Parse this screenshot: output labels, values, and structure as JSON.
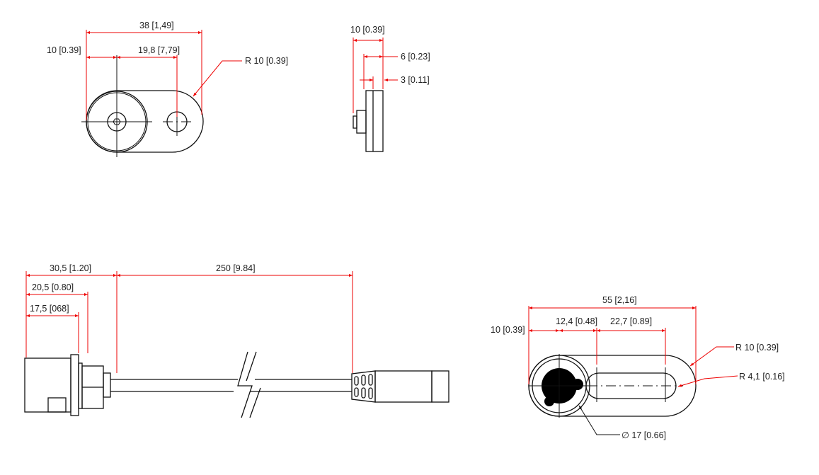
{
  "colors": {
    "dimension": "#e00000",
    "outline": "#111111"
  },
  "top_view": {
    "overall_length": "38 [1,49]",
    "end_offset": "10 [0.39]",
    "hole_spacing": "19,8 [7,79]",
    "end_radius": "R 10 [0.39]"
  },
  "side_view": {
    "total_thickness": "10 [0.39]",
    "body_thickness": "6 [0.23]",
    "plate_thickness": "3 [0.11]"
  },
  "cable_view": {
    "connector_length": "30,5 [1.20]",
    "flange_position": "20,5 [0.80]",
    "housing_length": "17,5 [068]",
    "cable_length": "250 [9.84]"
  },
  "bracket_view": {
    "overall_length": "55 [2,16]",
    "end_offset": "10 [0.39]",
    "slot_offset": "12,4 [0.48]",
    "slot_length": "22,7 [0.89]",
    "end_radius": "R 10 [0.39]",
    "slot_radius": "R 4,1 [0.16]",
    "hole_diameter": "∅ 17 [0.66]"
  }
}
